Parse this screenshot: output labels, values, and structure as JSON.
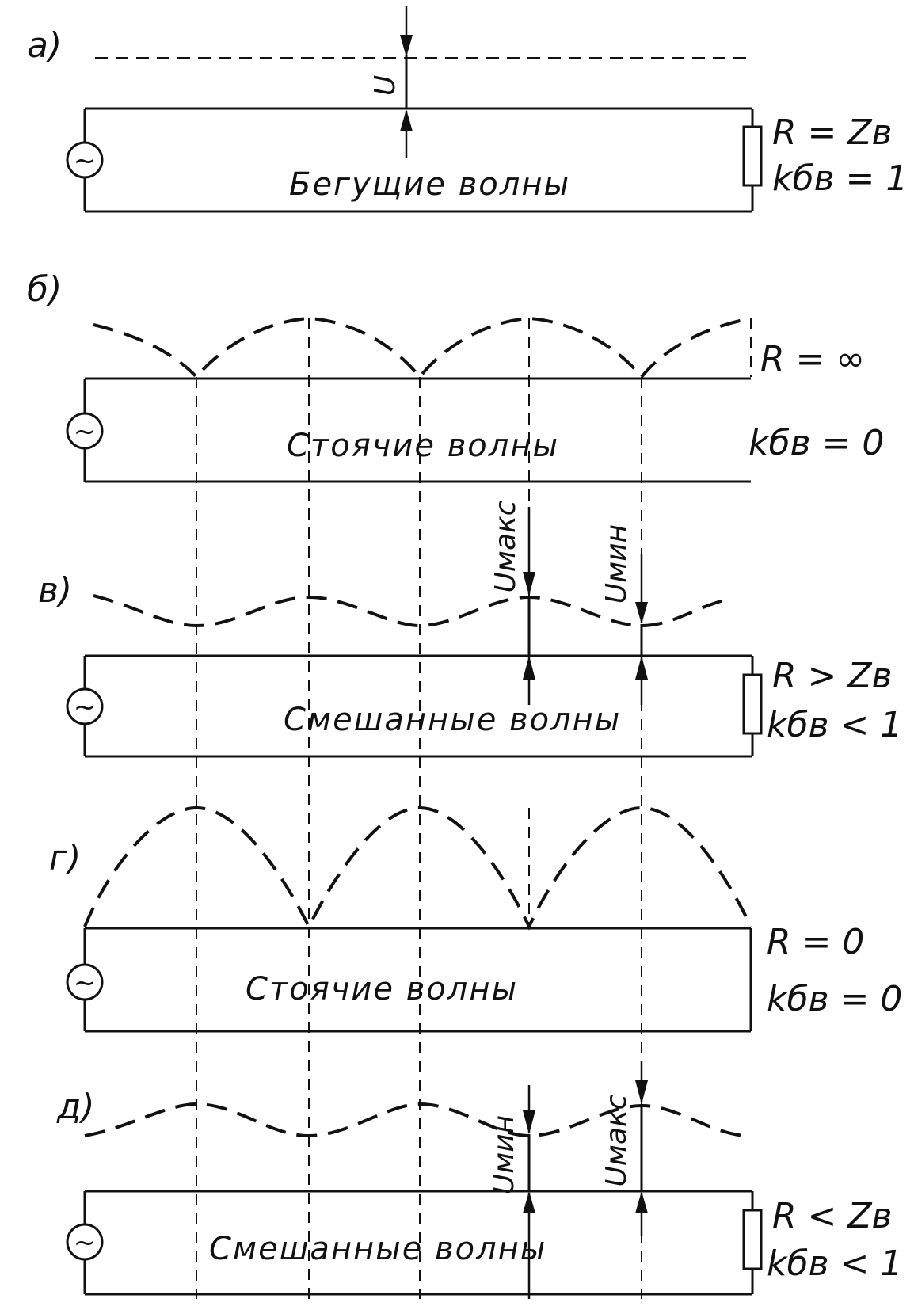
{
  "panels": [
    {
      "id": "a",
      "label": "а)",
      "caption": "Бегущие волны",
      "r_label": "R = Zв",
      "k_label": "kбв = 1"
    },
    {
      "id": "b",
      "label": "б)",
      "caption": "Стоячие волны",
      "r_label": "R = ∞",
      "k_label": "kбв = 0"
    },
    {
      "id": "v",
      "label": "в)",
      "caption": "Смешанные волны",
      "r_label": "R > Zв",
      "k_label": "kбв < 1",
      "umax": "Uмакс",
      "umin": "Uмин"
    },
    {
      "id": "g",
      "label": "г)",
      "caption": "Стоячие волны",
      "r_label": "R = 0",
      "k_label": "kбв = 0"
    },
    {
      "id": "d",
      "label": "д)",
      "caption": "Смешанные волны",
      "r_label": "R < Zв",
      "k_label": "kбв < 1",
      "umin": "Uмин",
      "umax": "Uмакс"
    }
  ],
  "voltage_label": "U",
  "source_symbol": "~"
}
